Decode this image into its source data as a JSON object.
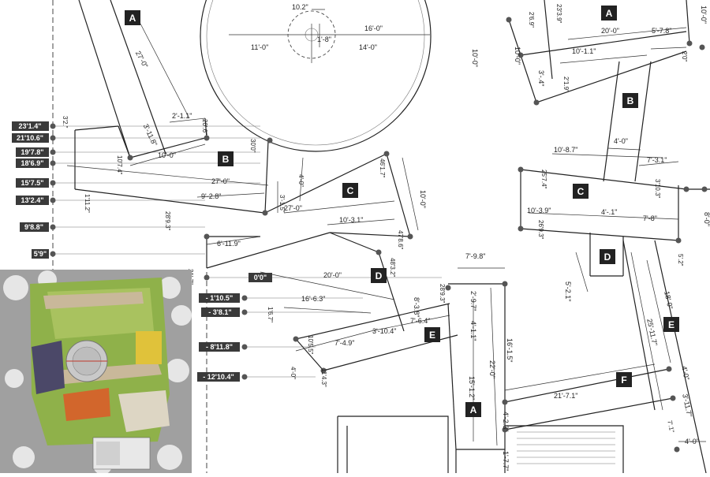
{
  "section_labels": [
    "A",
    "B",
    "C",
    "D",
    "E",
    "A",
    "B",
    "C",
    "D",
    "E",
    "F",
    "A"
  ],
  "level_labels": [
    "23'1.4\"",
    "21'10.6\"",
    "19'7.8\"",
    "18'6.9\"",
    "15'7.5\"",
    "13'2.4\"",
    "9'8.8\"",
    "5'9\"",
    "0'0\"",
    "- 1'10.5\"",
    "- 3'8.1\"",
    "- 8'11.8\"",
    "- 12'10.4\""
  ],
  "dims": {
    "circle_top": "10.2\"",
    "circle_inner": "1'-8\"",
    "circle_left": "11'-0\"",
    "circle_right16": "16'-0\"",
    "circle_right14": "14'-0\"",
    "circle_vert": "10'-0\"",
    "topleft_27": "27'-0\"",
    "topleft_3118": "3'-11.8\"",
    "topleft_211": "2'-1.1\"",
    "topleft_100": "10'-0\"",
    "topleft_206": "20'.6\"",
    "topleft_300": "30'0\"",
    "topleft_32": "3'2.\"",
    "topleft_107": "10'7.4\"",
    "topleft_1112": "1'11.2\"",
    "topleft_2893": "28'9.3\"",
    "mid_270a": "27'-0\"",
    "mid_928": "9'-2.8\"",
    "mid_315": "3'-1.5\"",
    "mid_40": "4'-0\"",
    "mid_270b": "27'-0\"",
    "mid_461": "46'1.7\"",
    "mid_100": "10'-0\"",
    "mid_1031": "10'-3.1\"",
    "mid_478": "47'8.6\"",
    "mid_6119": "6'-11.9\"",
    "mid_483": "48'3.2\"",
    "mid_217": "21'.7\"",
    "mid_200": "20'-0\"",
    "mid_1663": "16'-6.3\"",
    "mid_167": "1'6.7\"",
    "mid_838": "8'-3.8\"",
    "mid_2893": "28'9.3\"",
    "mid_749": "7'-4.9\"",
    "mid_3104": "3'-10.4\"",
    "mid_764": "7'-6.4\"",
    "mid_1055": "10'5.5\"",
    "mid_40b": "4'-0\"",
    "mid_1143": "11'4.3\"",
    "low_798": "7'-9.8\"",
    "low_297": "2'-9.7\"",
    "low_411": "4'-1.1\"",
    "low_1615": "16'-1.5\"",
    "low_220": "22'-0\"",
    "low_1512": "15'-1.2\"",
    "low_423": "4'-2.3\"",
    "low_177": "1'-7.7\"",
    "right_269": "2'6.9\"",
    "right_2339": "23'3.9\"",
    "right_200": "20'-0\"",
    "right_578": "5'-7.8\"",
    "right_100": "10'-0\"",
    "right_1011": "10'-1.1\"",
    "right_20": "2'0\"",
    "right_34": "3'-.4\"",
    "right_219": "2'1.9\"",
    "right_1087": "10'-8.7\"",
    "right_40": "4'-0\"",
    "right_731": "7'-3.1\"",
    "right_257": "25'7.4\"",
    "right_3103": "3'10.3\"",
    "right_1039": "10'-3.9\"",
    "right_41": "4'-.1\"",
    "right_78": "7'-8\"",
    "right_80": "8'-0\"",
    "right_2693": "26'9.3\"",
    "right_52": "5'.2\"",
    "right_521": "5'-2.1\"",
    "right_180": "18'-0\"",
    "right_25117": "25'-11.7\"",
    "right_2171": "21'-7.1\"",
    "right_40b": "4'-0\"",
    "right_3117": "3'-11.7\"",
    "right_71": "7'.1\"",
    "right_40c": "4'-0\"",
    "top_right_100": "10'-0\""
  },
  "colors": {
    "label_bg": "#222222",
    "level_bg": "#3a3a3a",
    "point": "#555555",
    "map_green": "#8fb14a",
    "map_yellow": "#e0c23a",
    "map_orange": "#d2662c",
    "map_purple": "#4b4868",
    "map_grey": "#9a9a9a"
  }
}
